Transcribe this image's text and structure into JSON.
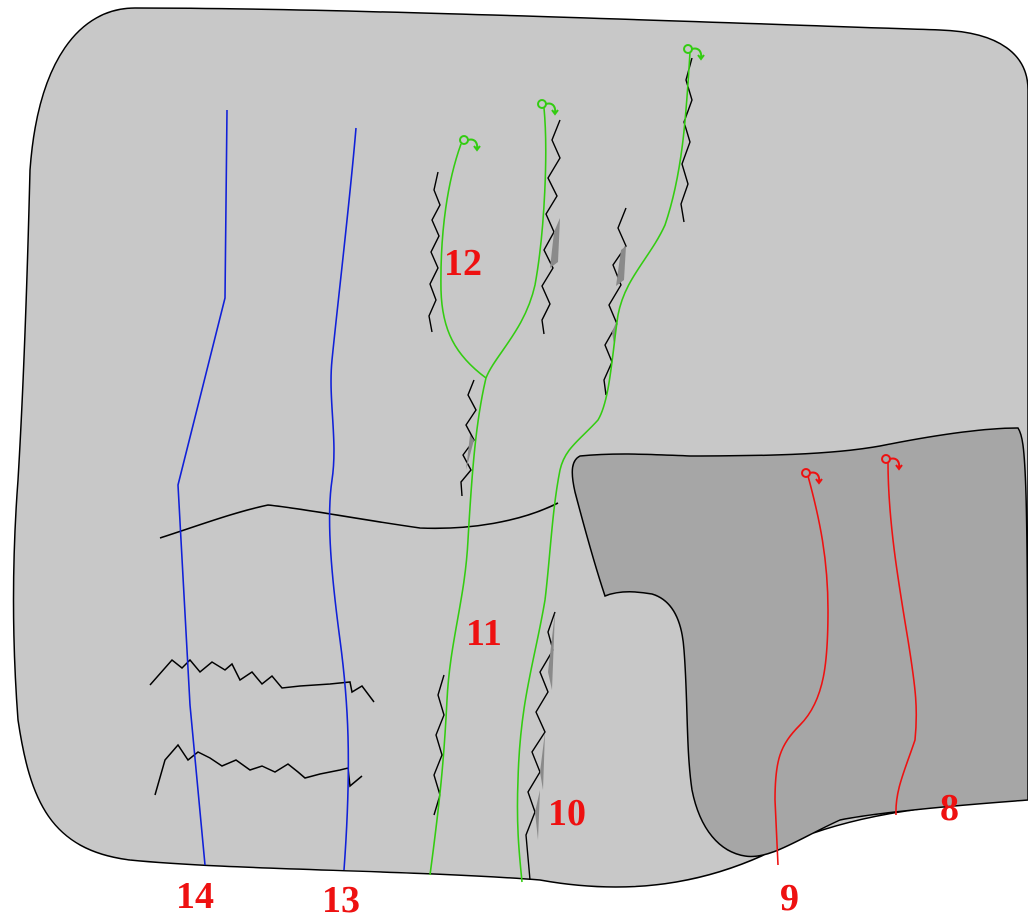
{
  "colors": {
    "rock_face": "#c8c8c8",
    "rock_boulder": "#a6a6a6",
    "crack_shade": "#8a8a8a",
    "route_blue": "#1020d8",
    "route_green": "#33cc11",
    "route_red": "#ee1111",
    "label_red": "#ee1111",
    "outline": "#000000"
  },
  "routes": [
    {
      "id": "8",
      "label": "8",
      "color": "red"
    },
    {
      "id": "9",
      "label": "9",
      "color": "red"
    },
    {
      "id": "10",
      "label": "10",
      "color": "green"
    },
    {
      "id": "11",
      "label": "11",
      "color": "green"
    },
    {
      "id": "12",
      "label": "12",
      "color": "green"
    },
    {
      "id": "13",
      "label": "13",
      "color": "blue"
    },
    {
      "id": "14",
      "label": "14",
      "color": "blue"
    }
  ],
  "icons": [
    "belay-anchor-icon"
  ]
}
